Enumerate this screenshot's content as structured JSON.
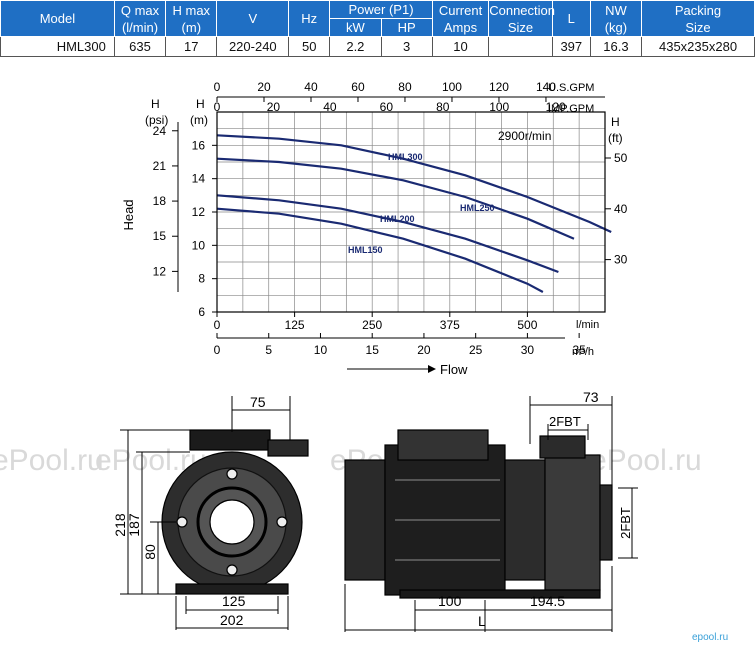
{
  "table": {
    "headers": {
      "model": "Model",
      "qmax": [
        "Q max",
        "(l/min)"
      ],
      "hmax": [
        "H max",
        "(m)"
      ],
      "v": "V",
      "hz": "Hz",
      "power": "Power (P1)",
      "kw": "kW",
      "hp": "HP",
      "current": [
        "Current",
        "Amps"
      ],
      "connection": [
        "Connection",
        "Size"
      ],
      "l": "L",
      "nw": [
        "NW",
        "(kg)"
      ],
      "packing": [
        "Packing",
        "Size"
      ]
    },
    "row": {
      "model": "HML300",
      "qmax": "635",
      "hmax": "17",
      "v": "220-240",
      "hz": "50",
      "kw": "2.2",
      "hp": "3",
      "current": "10",
      "connection": "",
      "l": "397",
      "nw": "16.3",
      "packing": "435x235x280"
    }
  },
  "chart_data": {
    "type": "line",
    "xlabel": "Flow",
    "ylabel": "Head",
    "speed_note": "2900r/min",
    "x_unit_lmin": "l/min",
    "x_unit_m3h": "m³/h",
    "top_unit_usgpm": "U.S.GPM",
    "top_unit_impgpm": "IMP.GPM",
    "left_unit_psi": [
      "H",
      "(psi)"
    ],
    "left_unit_m": [
      "H",
      "(m)"
    ],
    "right_unit_ft": [
      "H",
      "(ft)"
    ],
    "xlim": [
      0,
      625
    ],
    "ylim": [
      6,
      18
    ],
    "axes": {
      "x_lmin_ticks": [
        0,
        125,
        250,
        375,
        500
      ],
      "x_m3h_ticks": [
        0,
        5,
        10,
        15,
        20,
        25,
        30,
        35
      ],
      "usgpm_ticks": [
        0,
        20,
        40,
        60,
        80,
        100,
        120,
        140
      ],
      "impgpm_ticks": [
        0,
        20,
        40,
        60,
        80,
        100,
        120
      ],
      "m_ticks": [
        6,
        8,
        10,
        12,
        14,
        16
      ],
      "psi_ticks": [
        12,
        15,
        18,
        21,
        24
      ],
      "ft_ticks": [
        30,
        40,
        50
      ]
    },
    "series": [
      {
        "name": "HML300",
        "x": [
          0,
          100,
          200,
          300,
          400,
          500,
          600,
          635
        ],
        "y": [
          16.6,
          16.4,
          16.0,
          15.2,
          14.2,
          12.9,
          11.4,
          10.8
        ]
      },
      {
        "name": "HML250",
        "x": [
          0,
          100,
          200,
          300,
          400,
          500,
          575
        ],
        "y": [
          15.2,
          15.0,
          14.6,
          13.9,
          12.9,
          11.6,
          10.4
        ]
      },
      {
        "name": "HML200",
        "x": [
          0,
          100,
          200,
          300,
          400,
          500,
          550
        ],
        "y": [
          13.0,
          12.7,
          12.2,
          11.4,
          10.4,
          9.1,
          8.4
        ]
      },
      {
        "name": "HML150",
        "x": [
          0,
          100,
          200,
          300,
          400,
          500,
          525
        ],
        "y": [
          12.2,
          11.9,
          11.3,
          10.4,
          9.2,
          7.7,
          7.2
        ]
      }
    ]
  },
  "drawing": {
    "dims": {
      "d75": "75",
      "d218": "218",
      "d187": "187",
      "d80": "80",
      "d125": "125",
      "d202": "202",
      "d73": "73",
      "f2fbt_top": "2FBT",
      "f2fbt_right": "2FBT",
      "d100": "100",
      "d1945": "194.5",
      "dl": "L"
    },
    "watermark": "ePool.ru",
    "logo": "epool.ru"
  }
}
